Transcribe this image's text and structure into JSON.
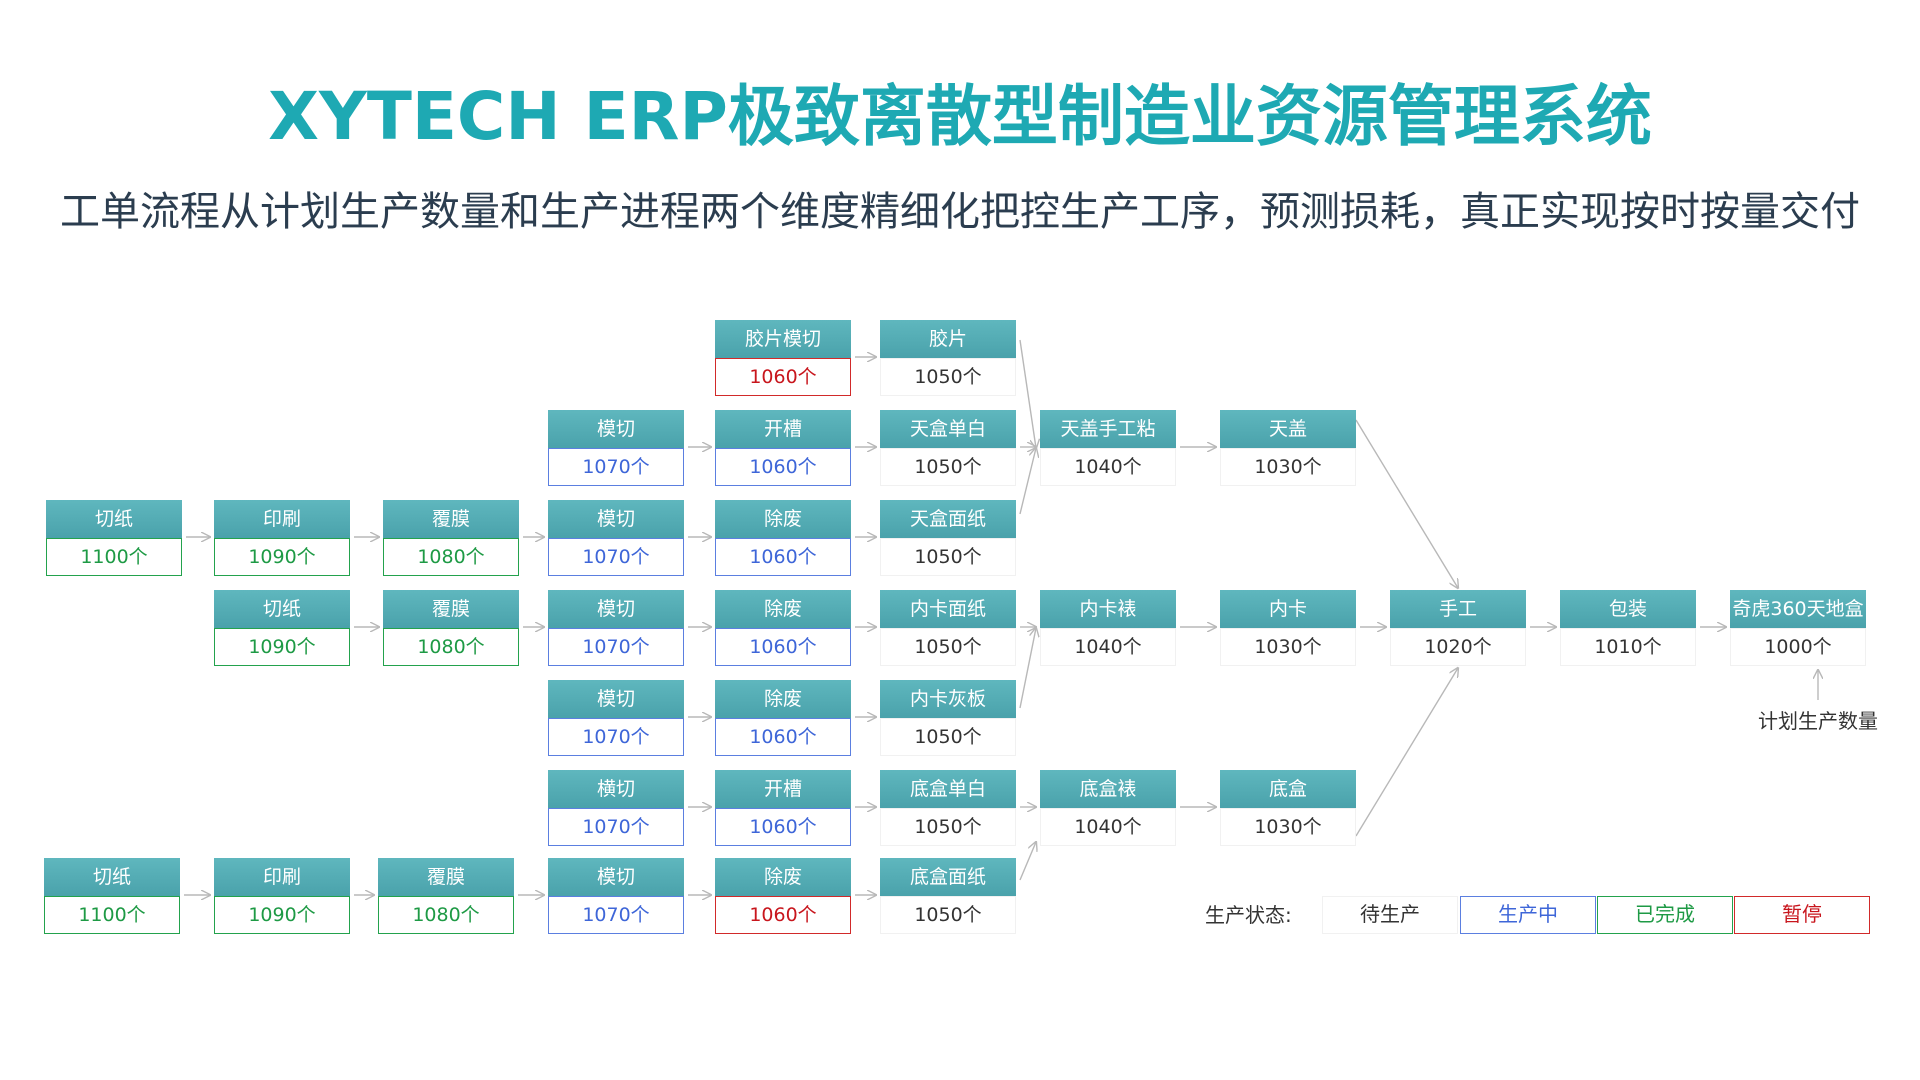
{
  "header": {
    "title": "XYTECH ERP极致离散型制造业资源管理系统",
    "subtitle": "工单流程从计划生产数量和生产进程两个维度精细化把控生产工序，预测损耗，真正实现按时按量交付"
  },
  "colors": {
    "pending": "#333333",
    "in_progress": "#3e66d8",
    "done": "#1e9a45",
    "paused": "#c8161d",
    "node_header": "#55adb5",
    "title": "#1ea9b3"
  },
  "nodes": [
    {
      "id": "pianqie",
      "label": "胶片模切",
      "qty": "1060个",
      "status": "paused"
    },
    {
      "id": "piao",
      "label": "胶片",
      "qty": "1050个",
      "status": "pending"
    },
    {
      "id": "r1-mq",
      "label": "模切",
      "qty": "1070个",
      "status": "in_progress"
    },
    {
      "id": "r1-kc",
      "label": "开槽",
      "qty": "1060个",
      "status": "in_progress"
    },
    {
      "id": "r1-tdb",
      "label": "天盒单白",
      "qty": "1050个",
      "status": "pending"
    },
    {
      "id": "tghand",
      "label": "天盖手工粘",
      "qty": "1040个",
      "status": "pending"
    },
    {
      "id": "tg",
      "label": "天盖",
      "qty": "1030个",
      "status": "pending"
    },
    {
      "id": "a-qz",
      "label": "切纸",
      "qty": "1100个",
      "status": "done"
    },
    {
      "id": "a-ys",
      "label": "印刷",
      "qty": "1090个",
      "status": "done"
    },
    {
      "id": "a-fm",
      "label": "覆膜",
      "qty": "1080个",
      "status": "done"
    },
    {
      "id": "r2-mq",
      "label": "模切",
      "qty": "1070个",
      "status": "in_progress"
    },
    {
      "id": "r2-cf",
      "label": "除废",
      "qty": "1060个",
      "status": "in_progress"
    },
    {
      "id": "r2-tmz",
      "label": "天盒面纸",
      "qty": "1050个",
      "status": "pending"
    },
    {
      "id": "b-qz",
      "label": "切纸",
      "qty": "1090个",
      "status": "done"
    },
    {
      "id": "b-fm",
      "label": "覆膜",
      "qty": "1080个",
      "status": "done"
    },
    {
      "id": "r3-mq",
      "label": "模切",
      "qty": "1070个",
      "status": "in_progress"
    },
    {
      "id": "r3-cf",
      "label": "除废",
      "qty": "1060个",
      "status": "in_progress"
    },
    {
      "id": "r3-nkm",
      "label": "内卡面纸",
      "qty": "1050个",
      "status": "pending"
    },
    {
      "id": "nkb",
      "label": "内卡裱",
      "qty": "1040个",
      "status": "pending"
    },
    {
      "id": "nk",
      "label": "内卡",
      "qty": "1030个",
      "status": "pending"
    },
    {
      "id": "sg",
      "label": "手工",
      "qty": "1020个",
      "status": "pending"
    },
    {
      "id": "bz",
      "label": "包装",
      "qty": "1010个",
      "status": "pending"
    },
    {
      "id": "final",
      "label": "奇虎360天地盒",
      "qty": "1000个",
      "status": "pending"
    },
    {
      "id": "r4-mq",
      "label": "模切",
      "qty": "1070个",
      "status": "in_progress"
    },
    {
      "id": "r4-cf",
      "label": "除废",
      "qty": "1060个",
      "status": "in_progress"
    },
    {
      "id": "r4-nkh",
      "label": "内卡灰板",
      "qty": "1050个",
      "status": "pending"
    },
    {
      "id": "r5-hq",
      "label": "横切",
      "qty": "1070个",
      "status": "in_progress"
    },
    {
      "id": "r5-kc",
      "label": "开槽",
      "qty": "1060个",
      "status": "in_progress"
    },
    {
      "id": "r5-ddb",
      "label": "底盒单白",
      "qty": "1050个",
      "status": "pending"
    },
    {
      "id": "dhb",
      "label": "底盒裱",
      "qty": "1040个",
      "status": "pending"
    },
    {
      "id": "dh",
      "label": "底盒",
      "qty": "1030个",
      "status": "pending"
    },
    {
      "id": "c-qz",
      "label": "切纸",
      "qty": "1100个",
      "status": "done"
    },
    {
      "id": "c-ys",
      "label": "印刷",
      "qty": "1090个",
      "status": "done"
    },
    {
      "id": "c-fm",
      "label": "覆膜",
      "qty": "1080个",
      "status": "done"
    },
    {
      "id": "r6-mq",
      "label": "模切",
      "qty": "1070个",
      "status": "in_progress"
    },
    {
      "id": "r6-cf",
      "label": "除废",
      "qty": "1060个",
      "status": "paused"
    },
    {
      "id": "r6-dmz",
      "label": "底盒面纸",
      "qty": "1050个",
      "status": "pending"
    }
  ],
  "edges": [
    [
      "pianqie",
      "piao"
    ],
    [
      "r1-mq",
      "r1-kc"
    ],
    [
      "r1-kc",
      "r1-tdb"
    ],
    [
      "tghand",
      "tg"
    ],
    [
      "piao",
      "tghand"
    ],
    [
      "r1-tdb",
      "tghand"
    ],
    [
      "r2-tmz",
      "tghand"
    ],
    [
      "a-qz",
      "a-ys"
    ],
    [
      "a-ys",
      "a-fm"
    ],
    [
      "a-fm",
      "r2-mq"
    ],
    [
      "r2-mq",
      "r2-cf"
    ],
    [
      "r2-cf",
      "r2-tmz"
    ],
    [
      "b-qz",
      "b-fm"
    ],
    [
      "b-fm",
      "r3-mq"
    ],
    [
      "r3-mq",
      "r3-cf"
    ],
    [
      "r3-cf",
      "r3-nkm"
    ],
    [
      "r3-nkm",
      "nkb"
    ],
    [
      "r4-nkh",
      "nkb"
    ],
    [
      "nkb",
      "nk"
    ],
    [
      "nk",
      "sg"
    ],
    [
      "sg",
      "bz"
    ],
    [
      "bz",
      "final"
    ],
    [
      "tg",
      "sg"
    ],
    [
      "dh",
      "sg"
    ],
    [
      "r4-mq",
      "r4-cf"
    ],
    [
      "r4-cf",
      "r4-nkh"
    ],
    [
      "r5-hq",
      "r5-kc"
    ],
    [
      "r5-kc",
      "r5-ddb"
    ],
    [
      "r5-ddb",
      "dhb"
    ],
    [
      "dhb",
      "dh"
    ],
    [
      "r6-dmz",
      "dhb"
    ],
    [
      "c-qz",
      "c-ys"
    ],
    [
      "c-ys",
      "c-fm"
    ],
    [
      "c-fm",
      "r6-mq"
    ],
    [
      "r6-mq",
      "r6-cf"
    ],
    [
      "r6-cf",
      "r6-dmz"
    ]
  ],
  "annotation": {
    "plan_label": "计划生产数量",
    "points_to": "final"
  },
  "legend": {
    "label": "生产状态:",
    "items": [
      {
        "label": "待生产",
        "status": "pending"
      },
      {
        "label": "生产中",
        "status": "in_progress"
      },
      {
        "label": "已完成",
        "status": "done"
      },
      {
        "label": "暂停",
        "status": "paused"
      }
    ]
  }
}
